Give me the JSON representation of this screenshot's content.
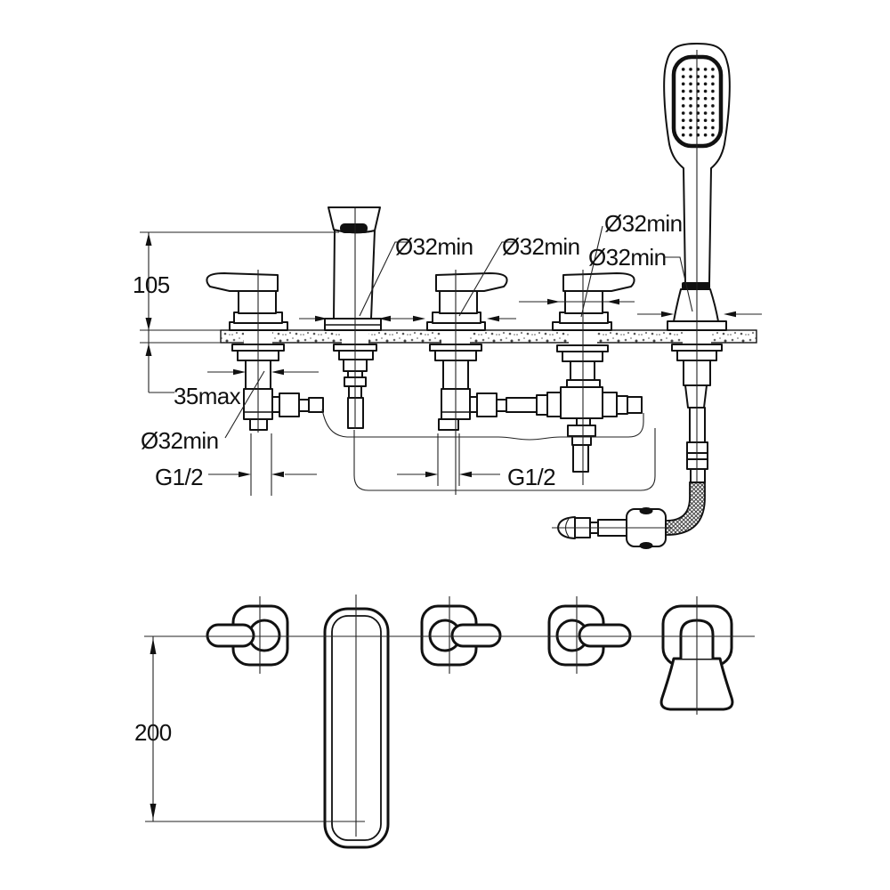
{
  "drawing": {
    "kind": "installation-dimension-diagram",
    "colors": {
      "line": "#111111",
      "background": "#ffffff"
    }
  },
  "labels": {
    "d105": "105",
    "d35max": "35max",
    "dia_spout": "Ø32min",
    "dia_valve2": "Ø32min",
    "dia_diverter": "Ø32min",
    "dia_handshower": "Ø32min",
    "dia_valve1": "Ø32min",
    "g12_left": "G1/2",
    "g12_right": "G1/2",
    "d200": "200"
  }
}
